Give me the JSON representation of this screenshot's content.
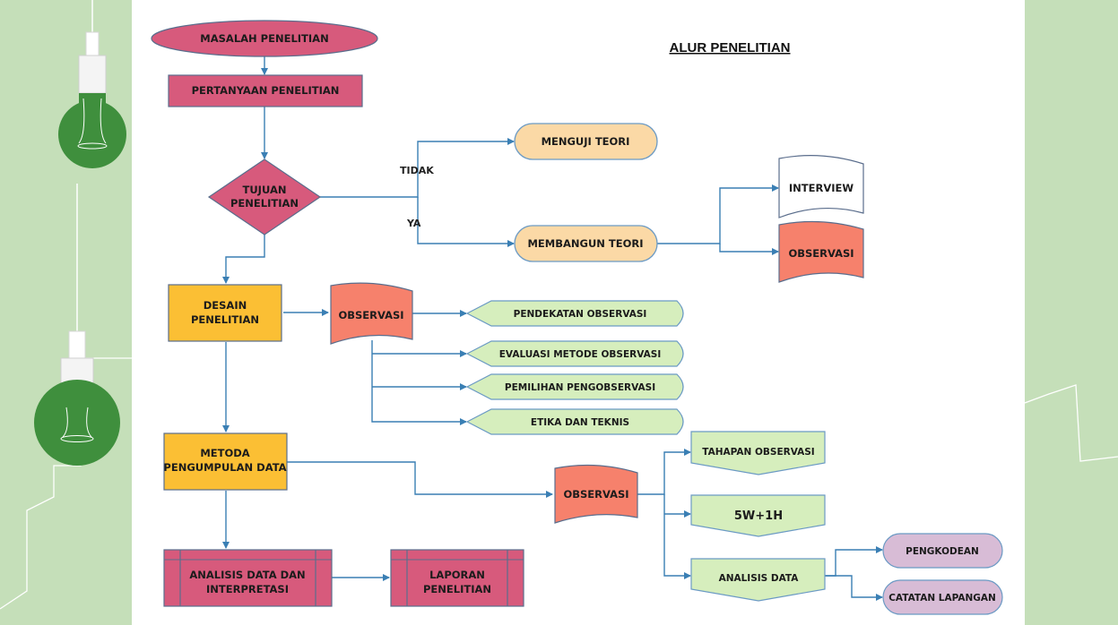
{
  "title": "ALUR PENELITIAN",
  "nodes": {
    "masalah": "MASALAH PENELITIAN",
    "pertanyaan": "PERTANYAAN PENELITIAN",
    "tujuan_1": "TUJUAN",
    "tujuan_2": "PENELITIAN",
    "menguji": "MENGUJI TEORI",
    "membangun": "MEMBANGUN TEORI",
    "interview": "INTERVIEW",
    "observasi_top": "OBSERVASI",
    "desain_1": "DESAIN",
    "desain_2": "PENELITIAN",
    "observasi_mid": "OBSERVASI",
    "pendekatan": "PENDEKATAN OBSERVASI",
    "evaluasi": "EVALUASI METODE OBSERVASI",
    "pemilihan": "PEMILIHAN PENGOBSERVASI",
    "etika": "ETIKA DAN TEKNIS",
    "metoda_1": "METODA",
    "metoda_2": "PENGUMPULAN DATA",
    "observasi_low": "OBSERVASI",
    "tahapan": "TAHAPAN OBSERVASI",
    "fivew_main": "5W+1H",
    "analisis_data": "ANALISIS DATA",
    "pengkodean": "PENGKODEAN",
    "catatan": "CATATAN LAPANGAN",
    "analisis_1": "ANALISIS DATA DAN",
    "analisis_2": "INTERPRETASI",
    "laporan_1": "LAPORAN",
    "laporan_2": "PENELITIAN"
  },
  "edges": {
    "tidak": "TIDAK",
    "ya": "YA"
  },
  "colors": {
    "side_panel": "#c5dfb9",
    "magenta": "#d75a7c",
    "peach": "#fbd9a6",
    "yellow": "#fbbf34",
    "salmon": "#f6816c",
    "light_green": "#d6eebd",
    "lavender": "#d8bcd6",
    "connector": "#3a7fb4",
    "bulb_green": "#3f8f3d"
  }
}
